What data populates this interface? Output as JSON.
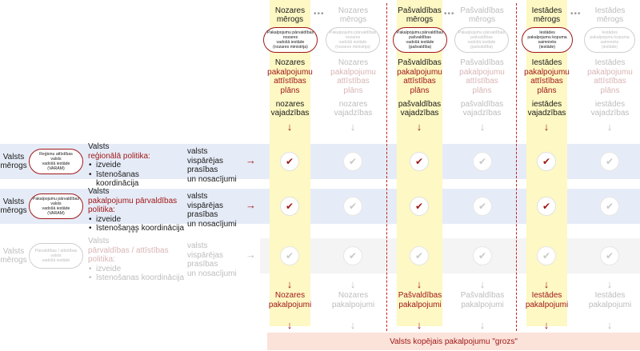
{
  "columns": {
    "nozares": {
      "scale": [
        "Nozares",
        "mērogs"
      ],
      "pill": [
        "Pakalpojumu pārvaldības",
        "nozares",
        "vadošā iestāde",
        "(nozares ministrija)"
      ],
      "plan_line1": "Nozares",
      "plan_red": [
        "pakalpojumu",
        "attīstības",
        "plāns"
      ],
      "needs": [
        "nozares",
        "vajadzības"
      ],
      "result": [
        "Nozares",
        "pakalpojumi"
      ]
    },
    "pasvaldibas": {
      "scale": [
        "Pašvaldības",
        "mērogs"
      ],
      "pill": [
        "Pakalpojumu pārvaldības",
        "pašvaldības",
        "vadošā iestāde",
        "(pašvaldība)"
      ],
      "plan_line1": "Pašvaldības",
      "plan_red": [
        "pakalpojumu",
        "attīstības",
        "plāns"
      ],
      "needs": [
        "pašvaldības",
        "vajadzības"
      ],
      "result": [
        "Pašvaldības",
        "pakalpojumi"
      ]
    },
    "iestades": {
      "scale": [
        "Iestādes",
        "mērogs"
      ],
      "pill": [
        "Iestādes",
        "pakalpojumu kopuma",
        "saimnieks",
        "(iestāde)"
      ],
      "plan_line1": "Iestādes",
      "plan_red": [
        "pakalpojumu",
        "attīstības",
        "plāns"
      ],
      "needs": [
        "iestādes",
        "vajadzības"
      ],
      "result": [
        "Iestādes",
        "pakalpojumi"
      ]
    }
  },
  "ellipsis": "•••",
  "arrow_down": "↓",
  "arrow_right": "→",
  "check": "✔",
  "rows": {
    "row1": {
      "scale": [
        "Valsts",
        "mērogs"
      ],
      "pill": [
        "Reģionu attīstības",
        "valsts",
        "vadošā iestāde",
        "(VARAM)"
      ],
      "policy_title": "Valsts",
      "policy_red": "reģionālā politika:",
      "bullets": [
        "izveide",
        "īstenošanas koordinācija"
      ],
      "req": [
        "valsts",
        "vispārējas prasības",
        "un nosacījumi"
      ]
    },
    "row2": {
      "scale": [
        "Valsts",
        "mērogs"
      ],
      "pill": [
        "Pakalpojumu pārvaldības",
        "valsts",
        "vadošā iestāde",
        "(VARAM)"
      ],
      "policy_title": "Valsts",
      "policy_red": "pakalpojumu pārvaldības politika:",
      "bullets": [
        "izveide",
        "īstenošanas koordinācija"
      ],
      "req": [
        "valsts",
        "vispārējas prasības",
        "un nosacījumi"
      ]
    },
    "row3": {
      "scale": [
        "Valsts",
        "mērogs"
      ],
      "pill": [
        "Pārvaldības / attīstības",
        "valsts",
        "vadošā iestāde"
      ],
      "policy_title": "Valsts",
      "policy_red": "pārvaldības / attīstības politika:",
      "bullets": [
        "izveide",
        "īstenošanas koordinācija"
      ],
      "req": [
        "valsts",
        "vispārējas prasības",
        "un nosacījumi"
      ]
    }
  },
  "basket": "Valsts kopējais pakalpojumu \"grozs\""
}
